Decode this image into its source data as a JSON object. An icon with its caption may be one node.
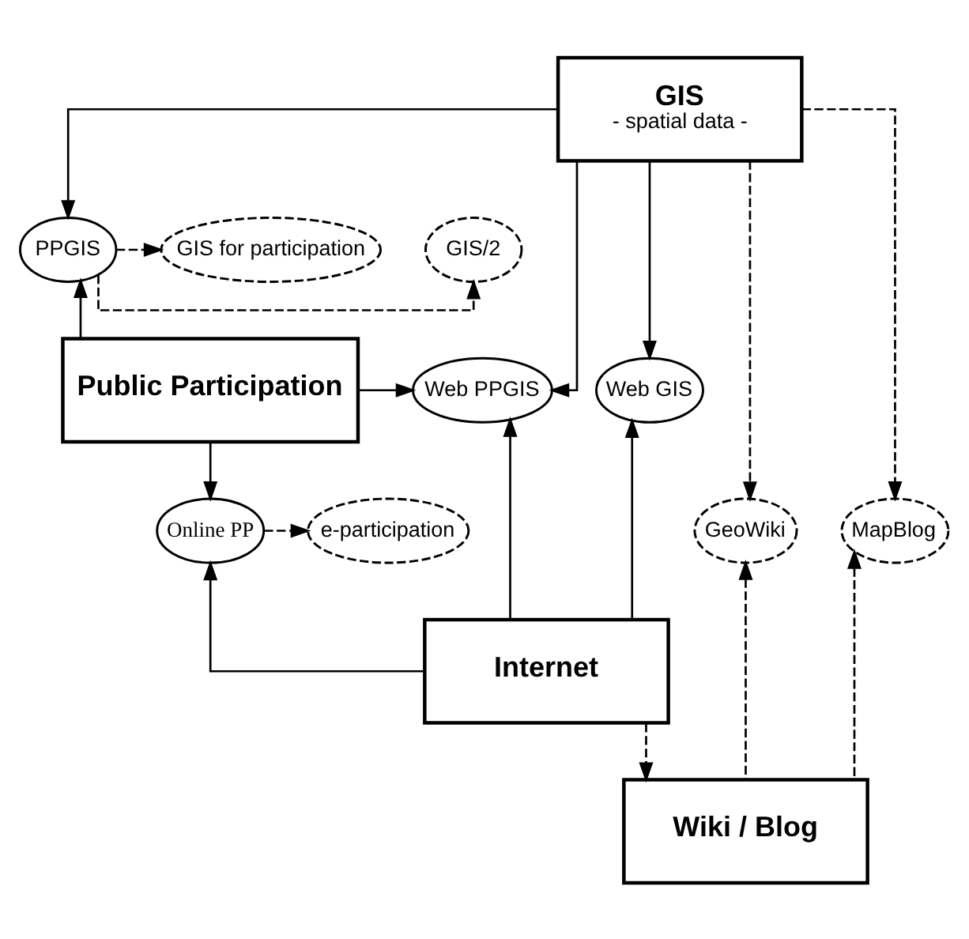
{
  "diagram": {
    "nodes": [
      {
        "text": [
          "GIS",
          "- spatial data -"
        ]
      },
      {
        "text": [
          "PPGIS"
        ]
      },
      {
        "text": [
          "GIS/2"
        ]
      },
      {
        "text": [
          "GIS for participation"
        ]
      },
      {
        "text": [
          "Web PPGIS"
        ]
      },
      {
        "text": [
          "Public Participation"
        ]
      },
      {
        "text": [
          "Web GIS"
        ]
      },
      {
        "text": [
          "GeoWiki"
        ]
      },
      {
        "text": [
          "Online PP"
        ]
      },
      {
        "text": [
          "e-participation"
        ]
      },
      {
        "text": [
          "MapBlog"
        ]
      },
      {
        "text": [
          "Internet"
        ]
      },
      {
        "text": [
          "Wiki / Blog"
        ]
      }
    ],
    "edges": [
      {
        "from": 0,
        "to": 1,
        "arrow": "to"
      },
      {
        "from": 1,
        "to": 2,
        "arrow": "to",
        "style": "dashed"
      },
      {
        "from": 1,
        "to": 3,
        "arrow": "to",
        "style": "dashed"
      },
      {
        "from": 0,
        "to": 4,
        "arrow": "to"
      },
      {
        "from": 0,
        "to": 6,
        "arrow": "to"
      },
      {
        "from": 0,
        "to": 7,
        "arrow": "to",
        "style": "dashed"
      },
      {
        "from": 0,
        "to": 10,
        "arrow": "to",
        "style": "dashed"
      },
      {
        "from": 5,
        "to": 1,
        "arrow": "to"
      },
      {
        "from": 5,
        "to": 4,
        "arrow": "to"
      },
      {
        "from": 5,
        "to": 8,
        "arrow": "to"
      },
      {
        "from": 8,
        "to": 9,
        "arrow": "to",
        "style": "dashed"
      },
      {
        "from": 11,
        "to": 8,
        "arrow": "to"
      },
      {
        "from": 11,
        "to": 4,
        "arrow": "to"
      },
      {
        "from": 11,
        "to": 6,
        "arrow": "to"
      },
      {
        "from": 11,
        "to": 12,
        "arrow": "to",
        "style": "dashed"
      },
      {
        "from": 12,
        "to": 7,
        "arrow": "to",
        "style": "dashed"
      },
      {
        "from": 12,
        "to": 10,
        "arrow": "to",
        "style": "dashed"
      }
    ]
  }
}
